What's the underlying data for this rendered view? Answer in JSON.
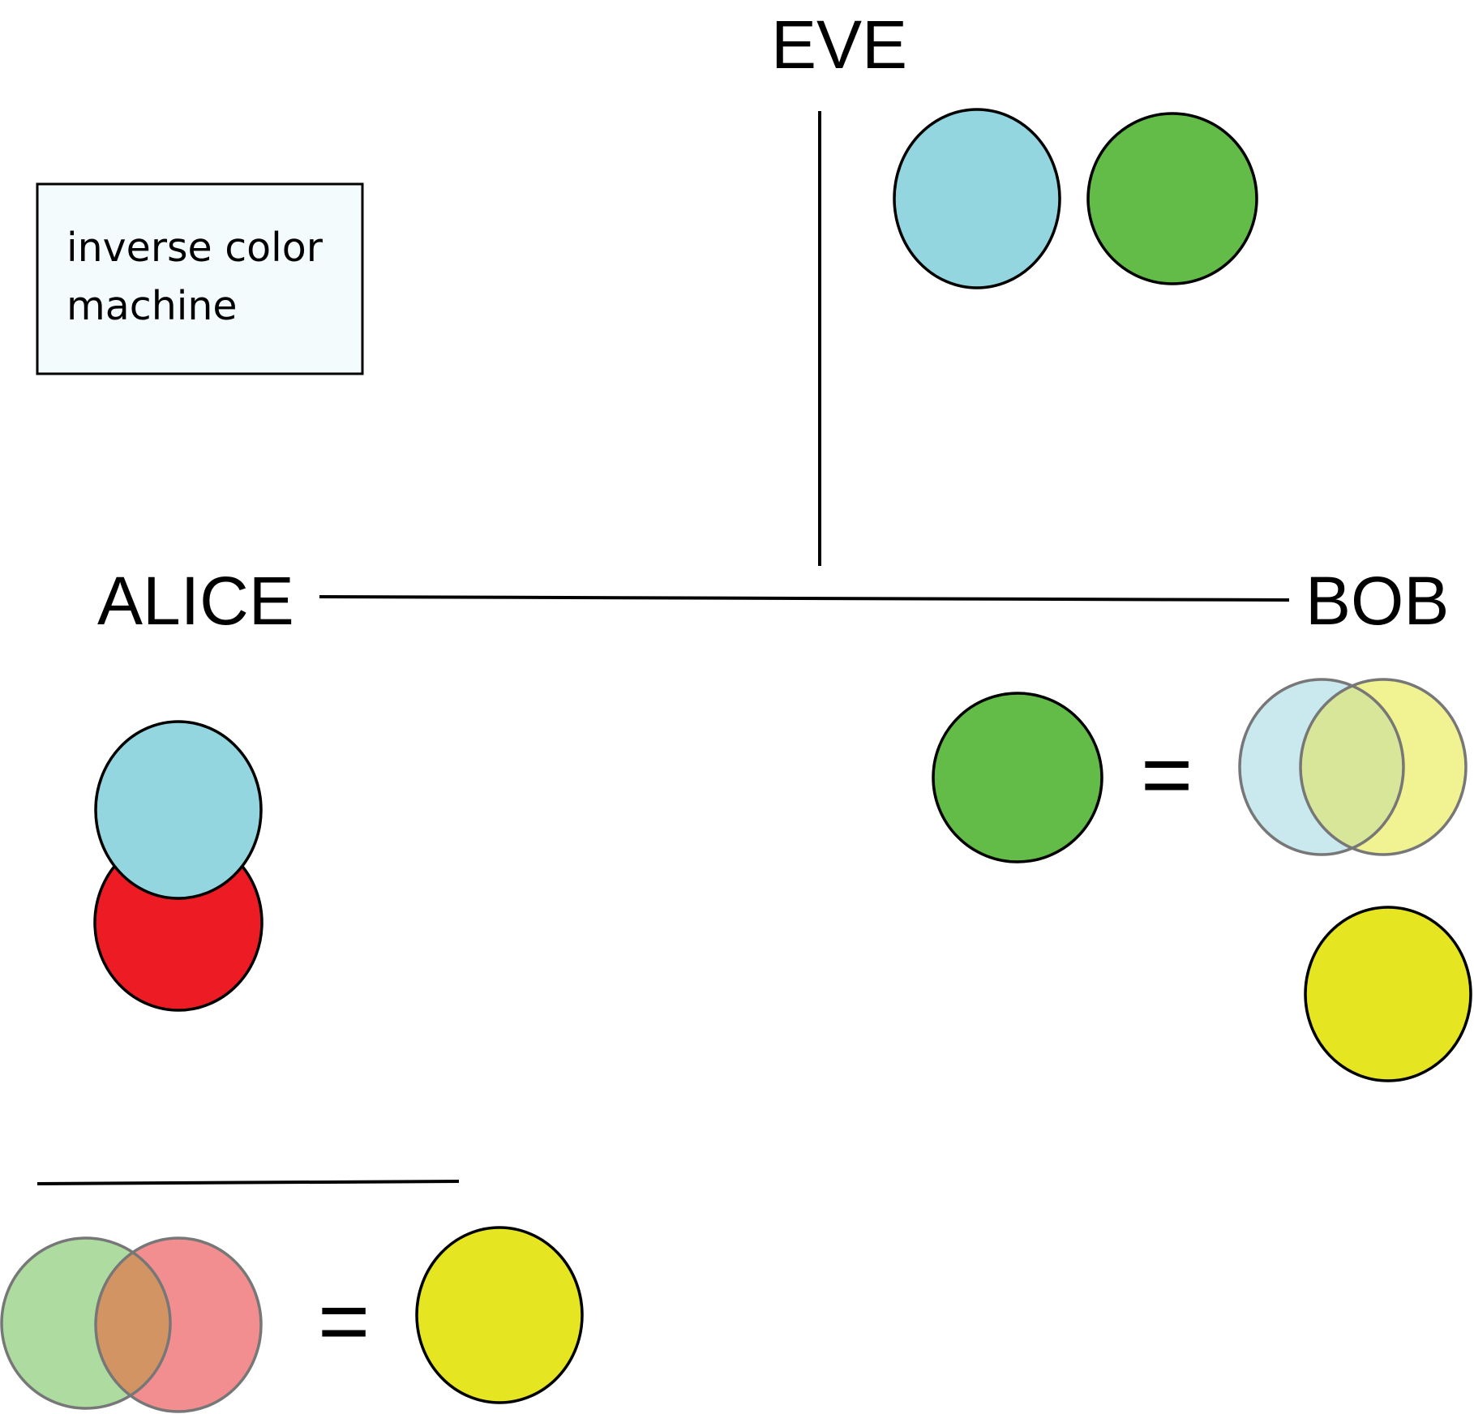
{
  "parties": {
    "eve": "EVE",
    "alice": "ALICE",
    "bob": "BOB"
  },
  "machine_box": {
    "line1": "inverse color",
    "line2": "machine"
  },
  "equals": "=",
  "colors": {
    "light_blue": "#93d6e0",
    "green": "#62bc47",
    "red": "#ed1c24",
    "yellow": "#e6e521",
    "faded_light_blue": "#c9e9ee",
    "faded_yellow": "#f1f291",
    "blue_yellow_mix": "#d8e69a",
    "faded_green": "#aedca0",
    "faded_red": "#f38e90",
    "green_red_mix": "#d29462",
    "machine_box_fill": "#f4fbfd"
  }
}
